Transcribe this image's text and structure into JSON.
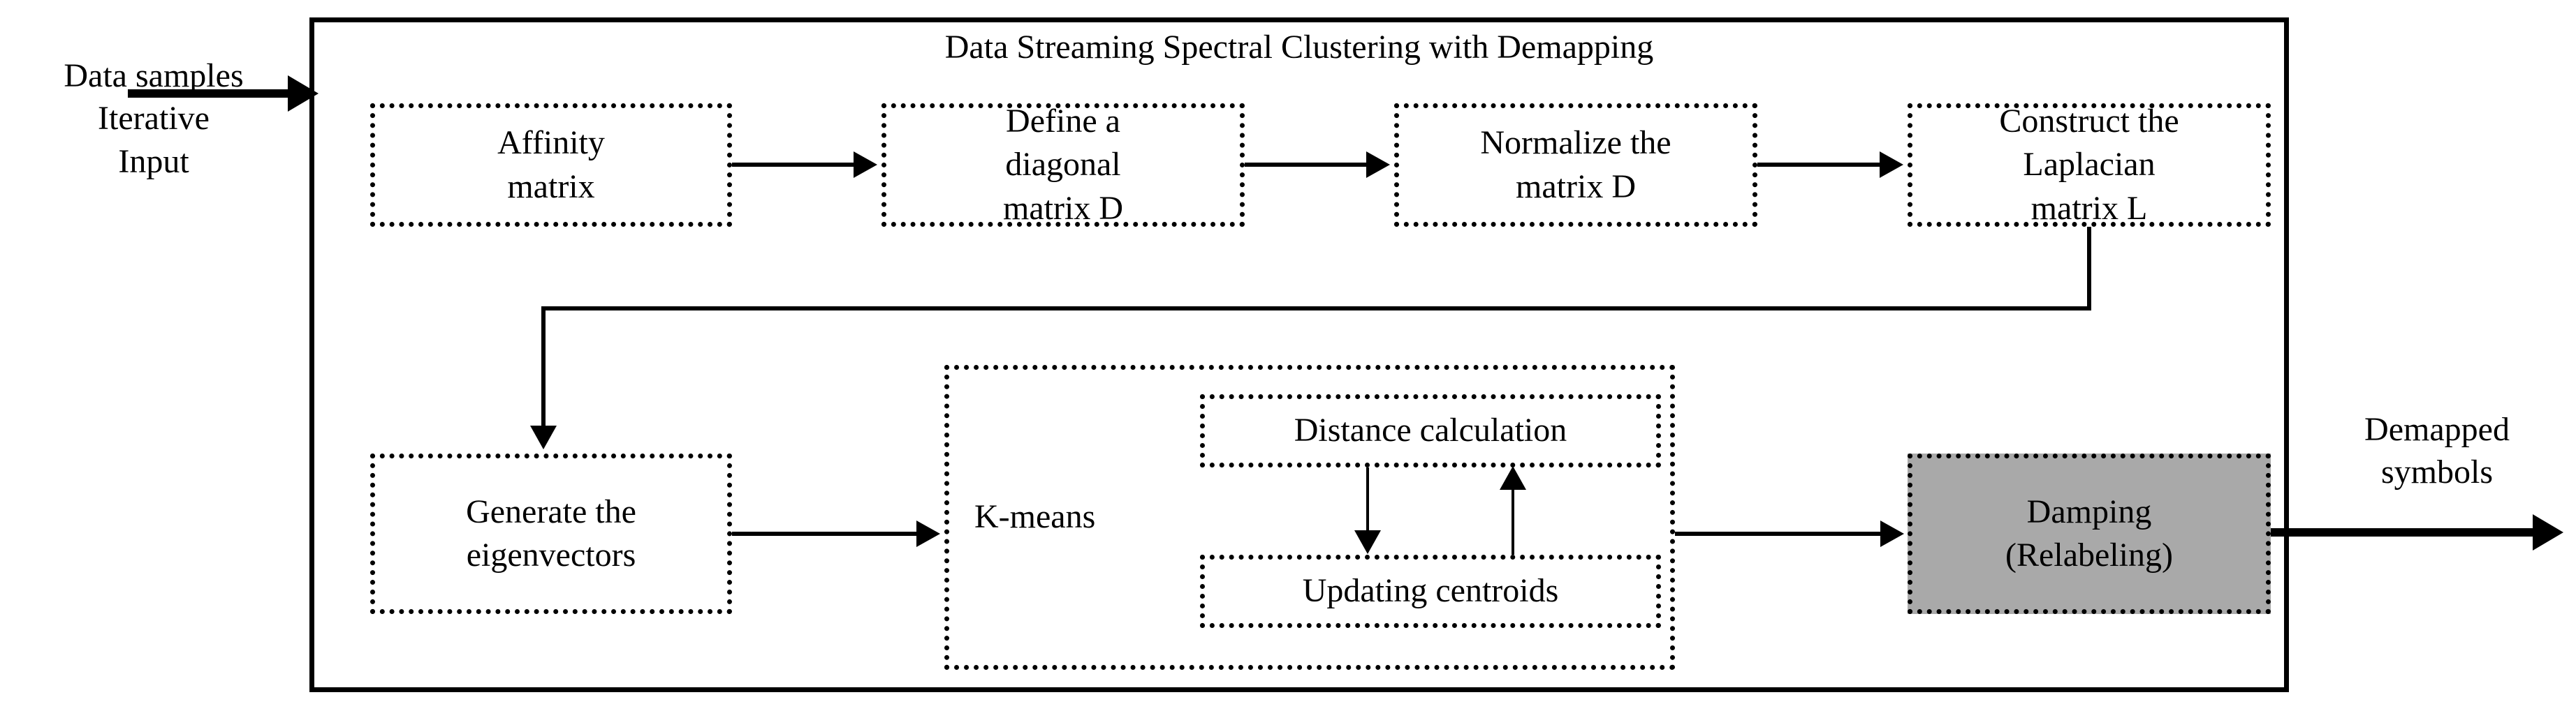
{
  "diagram": {
    "title": "Data Streaming Spectral Clustering with Demapping",
    "input_label": {
      "line1": "Data samples",
      "line2": "Iterative",
      "line3": "Input"
    },
    "output_label": {
      "line1": "Demapped",
      "line2": "symbols"
    },
    "colors": {
      "stroke": "#000000",
      "background": "#ffffff",
      "damping_fill": "#a9a9a9"
    },
    "row1": {
      "affinity": {
        "line1": "Affinity",
        "line2": "matrix"
      },
      "diagonal": {
        "line1": "Define a",
        "line2": "diagonal",
        "line3": "matrix D"
      },
      "normalize": {
        "line1": "Normalize the",
        "line2": "matrix D"
      },
      "laplacian": {
        "line1": "Construct the",
        "line2": "Laplacian",
        "line3": "matrix L"
      }
    },
    "row2": {
      "eigenvectors": {
        "line1": "Generate the",
        "line2": "eigenvectors"
      },
      "kmeans": {
        "label": "K-means"
      },
      "distance": {
        "label": "Distance calculation"
      },
      "updating": {
        "label": "Updating centroids"
      },
      "damping": {
        "line1": "Damping",
        "line2": "(Relabeling)"
      }
    }
  }
}
